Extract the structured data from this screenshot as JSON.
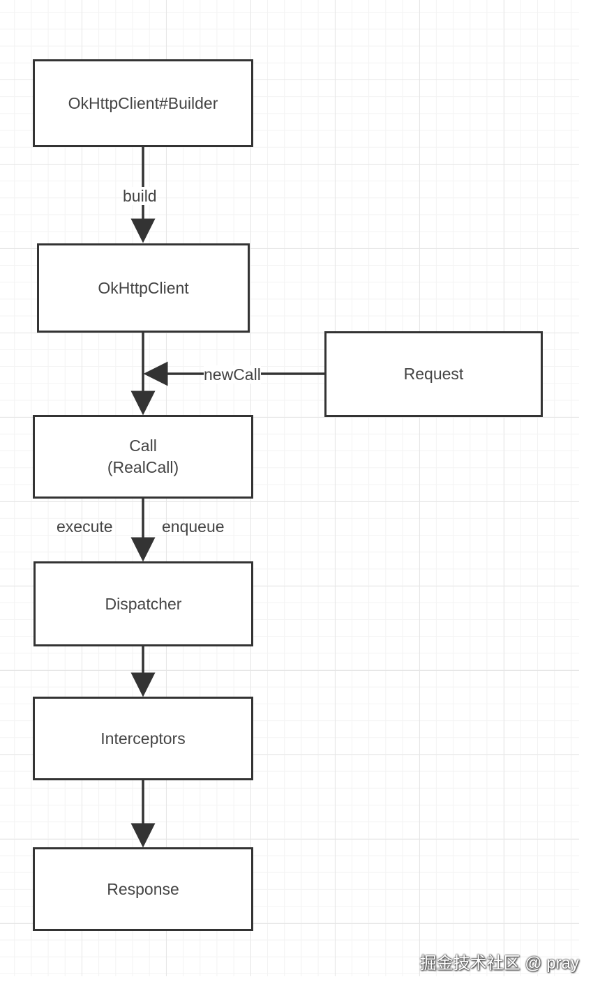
{
  "diagram": {
    "nodes": [
      {
        "id": "builder",
        "lines": [
          "OkHttpClient#Builder"
        ]
      },
      {
        "id": "client",
        "lines": [
          "OkHttpClient"
        ]
      },
      {
        "id": "request",
        "lines": [
          "Request"
        ]
      },
      {
        "id": "call",
        "lines": [
          "Call",
          "(RealCall)"
        ]
      },
      {
        "id": "dispatcher",
        "lines": [
          "Dispatcher"
        ]
      },
      {
        "id": "interceptors",
        "lines": [
          "Interceptors"
        ]
      },
      {
        "id": "response",
        "lines": [
          "Response"
        ]
      }
    ],
    "edges": [
      {
        "from": "builder",
        "to": "client",
        "labels": [
          "build"
        ]
      },
      {
        "from": "client",
        "to": "call",
        "labels": []
      },
      {
        "from": "request",
        "to": "call",
        "labels": [
          "newCall"
        ]
      },
      {
        "from": "call",
        "to": "dispatcher",
        "labels": [
          "execute",
          "enqueue"
        ]
      },
      {
        "from": "dispatcher",
        "to": "interceptors",
        "labels": []
      },
      {
        "from": "interceptors",
        "to": "response",
        "labels": []
      }
    ]
  },
  "watermark": "掘金技术社区 @ pray",
  "colors": {
    "stroke": "#333333",
    "text": "#444444",
    "grid": "#e6e6e6",
    "background": "#ffffff"
  }
}
